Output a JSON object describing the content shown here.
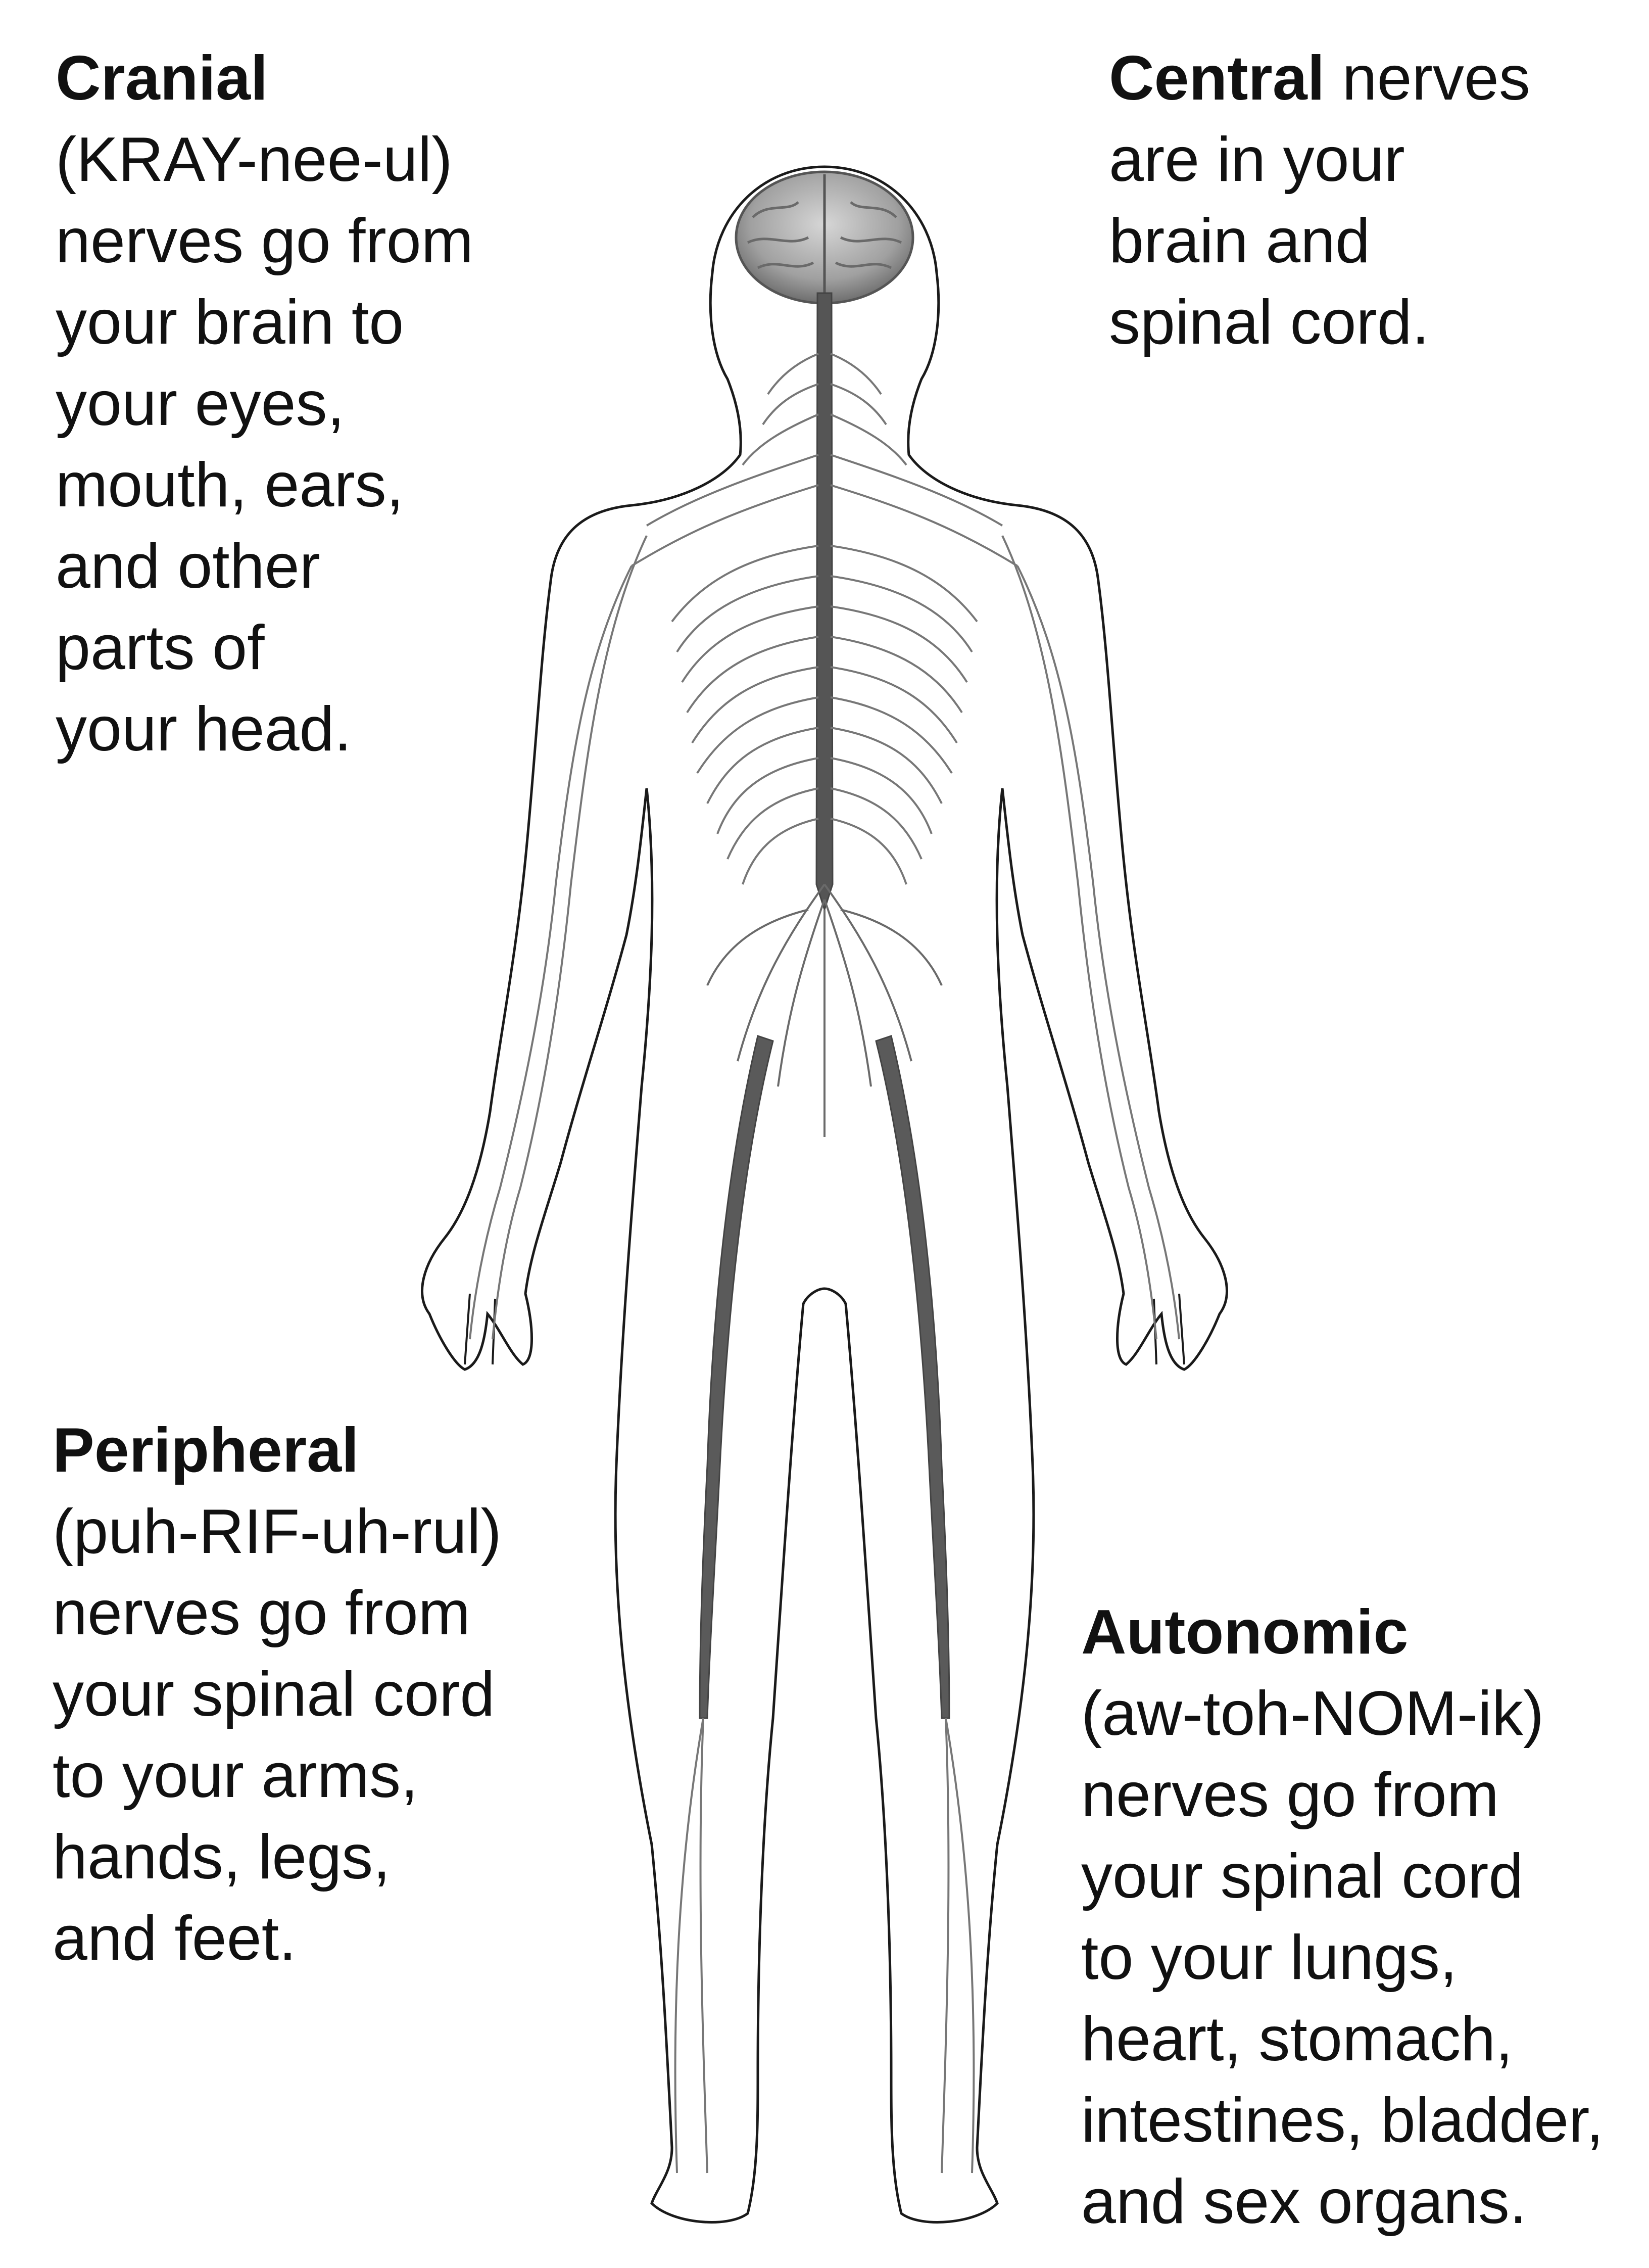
{
  "colors": {
    "background": "#ffffff",
    "text": "#111111",
    "outline": "#1a1a1a",
    "nerve": "#555555",
    "nerve_thin": "#777777",
    "brain": "#a9a9a9"
  },
  "cranial": {
    "term": "Cranial",
    "lines": [
      "(KRAY-nee-ul)",
      "nerves go from",
      "your brain to",
      "your eyes,",
      "mouth, ears,",
      "and other",
      "parts of",
      "your head."
    ]
  },
  "central": {
    "term": "Central",
    "first_line_rest": " nerves",
    "lines": [
      "are in your",
      "brain and",
      "spinal cord."
    ]
  },
  "peripheral": {
    "term": "Peripheral",
    "lines": [
      "(puh-RIF-uh-rul)",
      "nerves go from",
      "your spinal cord",
      "to your arms,",
      "hands, legs,",
      "and feet."
    ]
  },
  "autonomic": {
    "term": "Autonomic",
    "lines": [
      "(aw-toh-NOM-ik)",
      "nerves go from",
      "your spinal cord",
      "to your lungs,",
      "heart, stomach,",
      "intestines, bladder,",
      "and sex organs."
    ]
  }
}
